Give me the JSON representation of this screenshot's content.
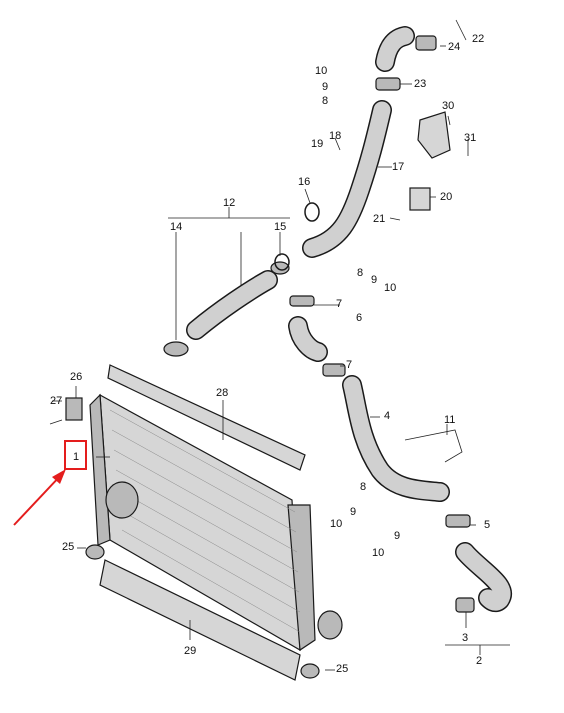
{
  "diagram": {
    "labels": [
      "1",
      "2",
      "3",
      "4",
      "5",
      "6",
      "7",
      "7",
      "8",
      "8",
      "8",
      "9",
      "9",
      "9",
      "9",
      "10",
      "10",
      "10",
      "10",
      "11",
      "12",
      "14",
      "15",
      "16",
      "17",
      "18",
      "19",
      "20",
      "21",
      "22",
      "23",
      "24",
      "25",
      "25",
      "26",
      "27",
      "28",
      "29",
      "30",
      "31"
    ],
    "highlight_color": "#e41d1d",
    "line_color": "#222222"
  }
}
